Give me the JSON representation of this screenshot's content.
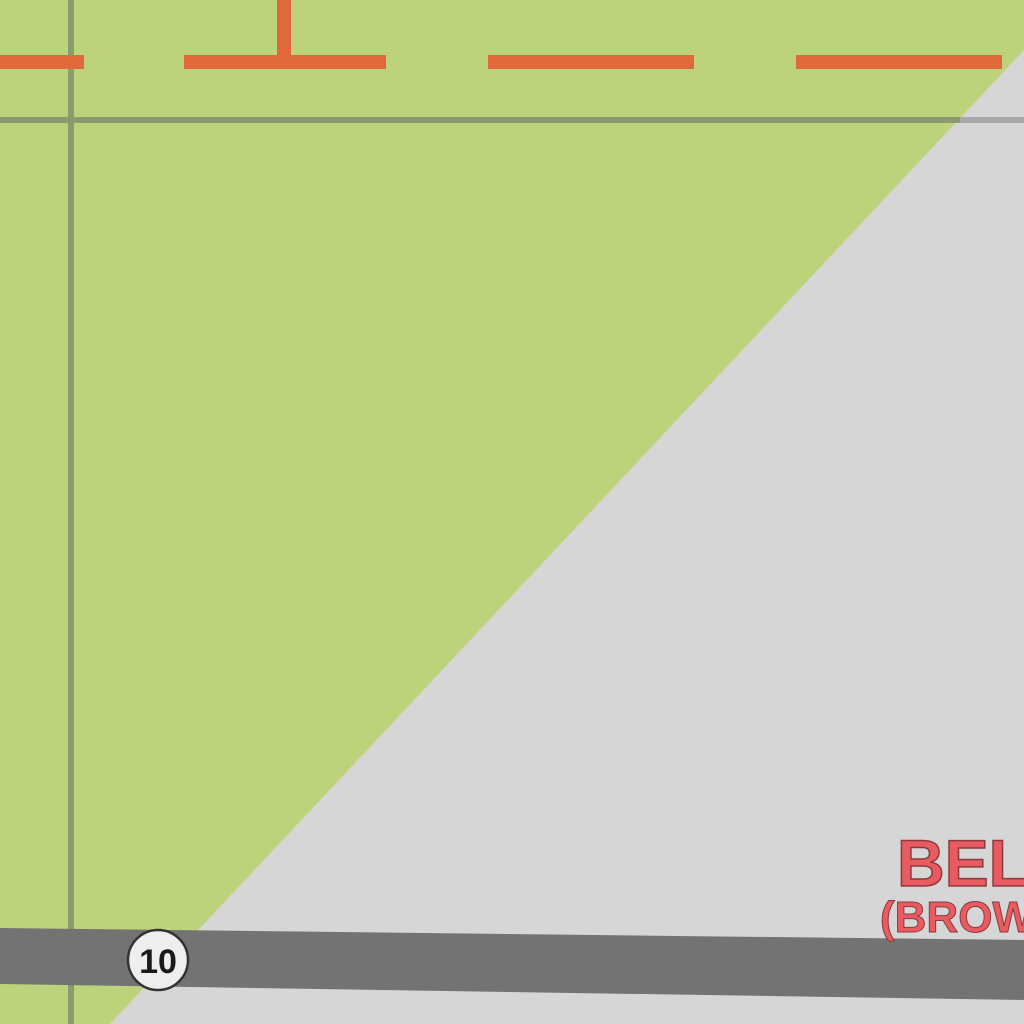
{
  "map": {
    "colors": {
      "background": "#d6d6d6",
      "park": "#bcd37b",
      "grid_line": "#8c9a6e",
      "grid_line_on_gray": "#a9a9a9",
      "boundary": "#e0683a",
      "road": "#737373",
      "route_shield_fill": "#eeeeee",
      "route_shield_text": "#1a1a1a",
      "place_label": "#e85b61"
    },
    "route_shield": {
      "number": "10"
    },
    "place_label": {
      "name": "BEL",
      "subtitle": "(BROW"
    }
  }
}
